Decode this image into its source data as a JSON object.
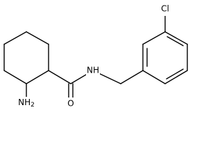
{
  "molecule": {
    "atom_labels": {
      "nh2": "NH2",
      "nh2_main": "NH",
      "nh2_sub": "2",
      "nh": "NH",
      "oxygen": "O",
      "chlorine": "Cl"
    }
  },
  "colors": {
    "bond": "#000000",
    "text": "#000000",
    "background": "#ffffff"
  }
}
